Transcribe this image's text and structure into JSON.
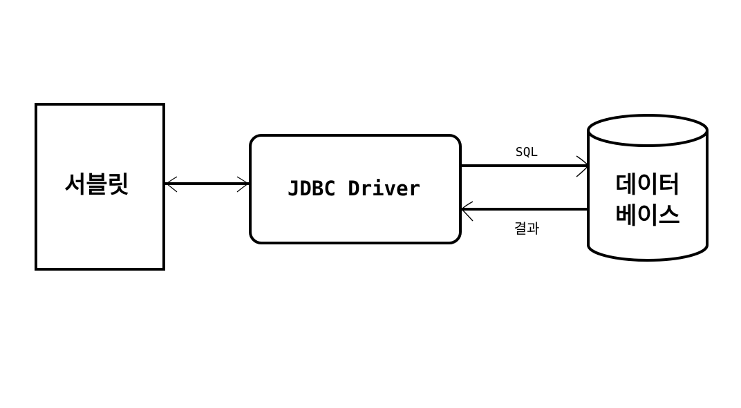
{
  "nodes": {
    "servlet": {
      "label": "서블릿"
    },
    "jdbc_driver": {
      "label": "JDBC Driver"
    },
    "database": {
      "label_line1": "데이터",
      "label_line2": "베이스"
    }
  },
  "edges": {
    "sql": {
      "label": "SQL"
    },
    "result": {
      "label": "결과"
    }
  }
}
